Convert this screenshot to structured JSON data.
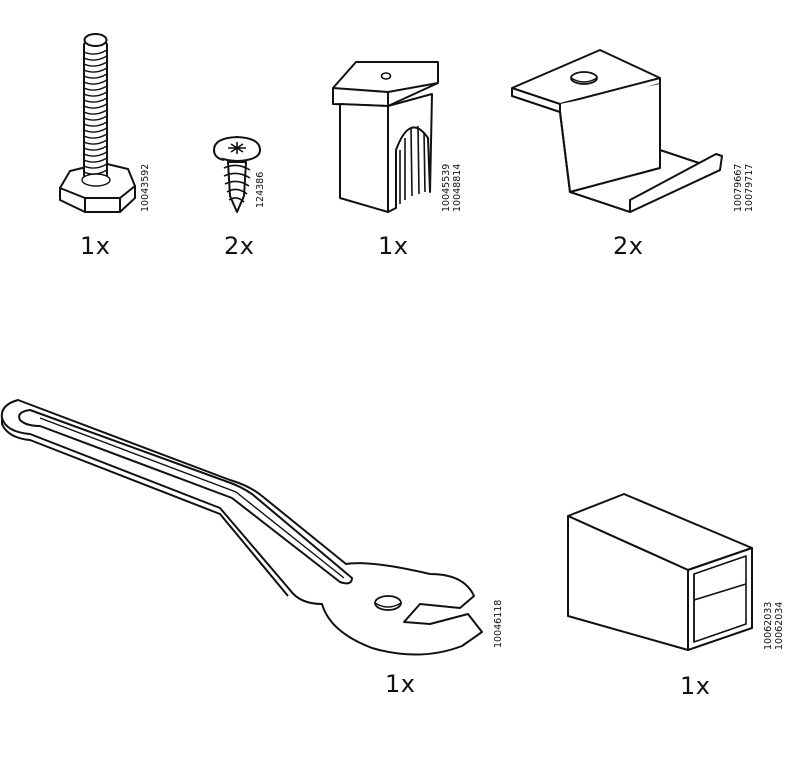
{
  "parts": [
    {
      "id": "bolt",
      "quantity": "1x",
      "codes": [
        "10043592"
      ]
    },
    {
      "id": "screw",
      "quantity": "2x",
      "codes": [
        "124386"
      ]
    },
    {
      "id": "clip",
      "quantity": "1x",
      "codes": [
        "10045539",
        "10048814"
      ]
    },
    {
      "id": "bracket",
      "quantity": "2x",
      "codes": [
        "10079667",
        "10079717"
      ]
    },
    {
      "id": "wrench",
      "quantity": "1x",
      "codes": [
        "10046118"
      ]
    },
    {
      "id": "tube",
      "quantity": "1x",
      "codes": [
        "10062033",
        "10062034"
      ]
    }
  ],
  "colors": {
    "line": "#111111",
    "fill": "#ffffff",
    "shade": "#d9d9d9"
  }
}
